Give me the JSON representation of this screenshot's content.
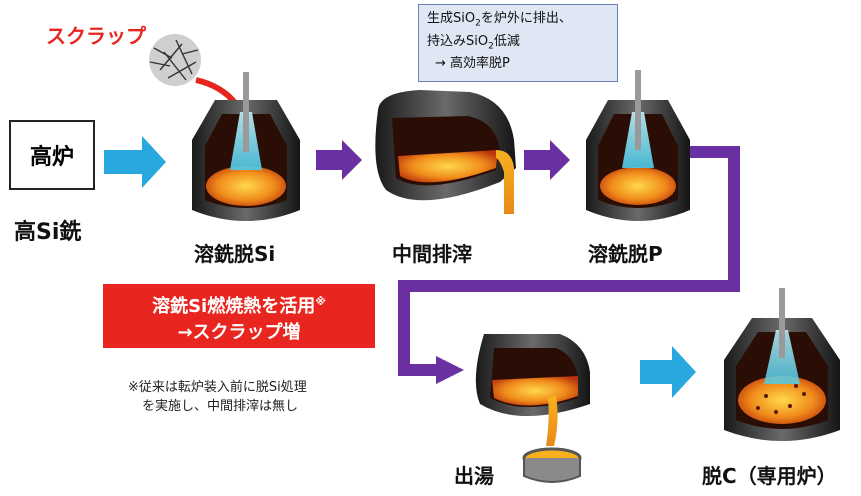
{
  "blast_furnace": "高炉",
  "high_si_iron": "高Si銑",
  "scrap": "スクラップ",
  "note_box": {
    "line1_pre": "生成SiO",
    "line1_sub": "2",
    "line1_post": "を炉外に排出、",
    "line2_pre": "持込みSiO",
    "line2_sub": "2",
    "line2_post": "低減",
    "line3": "→ 高効率脱P"
  },
  "red_box": {
    "line1": "溶銑Si燃焼熱を活用",
    "line1_mark": "※",
    "line2": "→スクラップ増"
  },
  "footnote": {
    "line1": "※従来は転炉装入前に脱Si処理",
    "line2": "を実施し、中間排滓は無し"
  },
  "steps": {
    "desi": "溶銑脱Si",
    "slag": "中間排滓",
    "dep": "溶銑脱P",
    "tap": "出湯",
    "dec": "脱C（専用炉）"
  },
  "colors": {
    "blue_arrow": "#29a8e0",
    "purple_arrow": "#6a2fa0",
    "red": "#e8261f",
    "note_bg": "#dfe6f4"
  }
}
